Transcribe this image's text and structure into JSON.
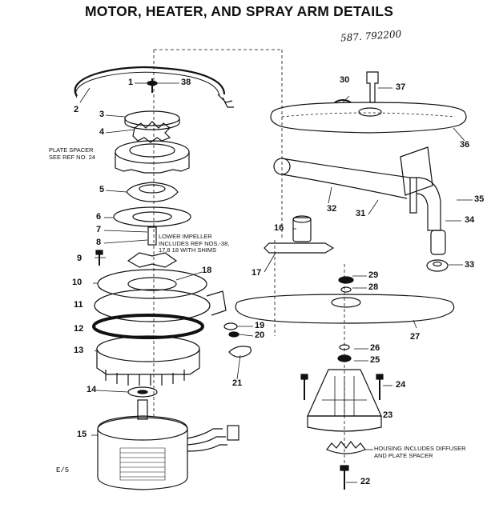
{
  "title": "MOTOR, HEATER, AND SPRAY ARM DETAILS",
  "handwritten_note": "587. 792200",
  "page_code": "E/5",
  "notes": {
    "plate_spacer": "PLATE SPACER\nSEE REF NO. 24",
    "lower_impeller": "LOWER IMPELLER\nINCLUDES REF NOS.-38,\n17,8 18 WITH SHIMS",
    "housing": "HOUSING INCLUDES DIFFUSER\nAND PLATE SPACER"
  },
  "part_numbers": [
    "1",
    "2",
    "3",
    "4",
    "5",
    "6",
    "7",
    "8",
    "9",
    "10",
    "11",
    "12",
    "13",
    "14",
    "15",
    "16",
    "17",
    "18",
    "19",
    "20",
    "21",
    "22",
    "23",
    "24",
    "25",
    "26",
    "27",
    "28",
    "29",
    "30",
    "31",
    "32",
    "33",
    "34",
    "35",
    "36",
    "37",
    "38"
  ]
}
